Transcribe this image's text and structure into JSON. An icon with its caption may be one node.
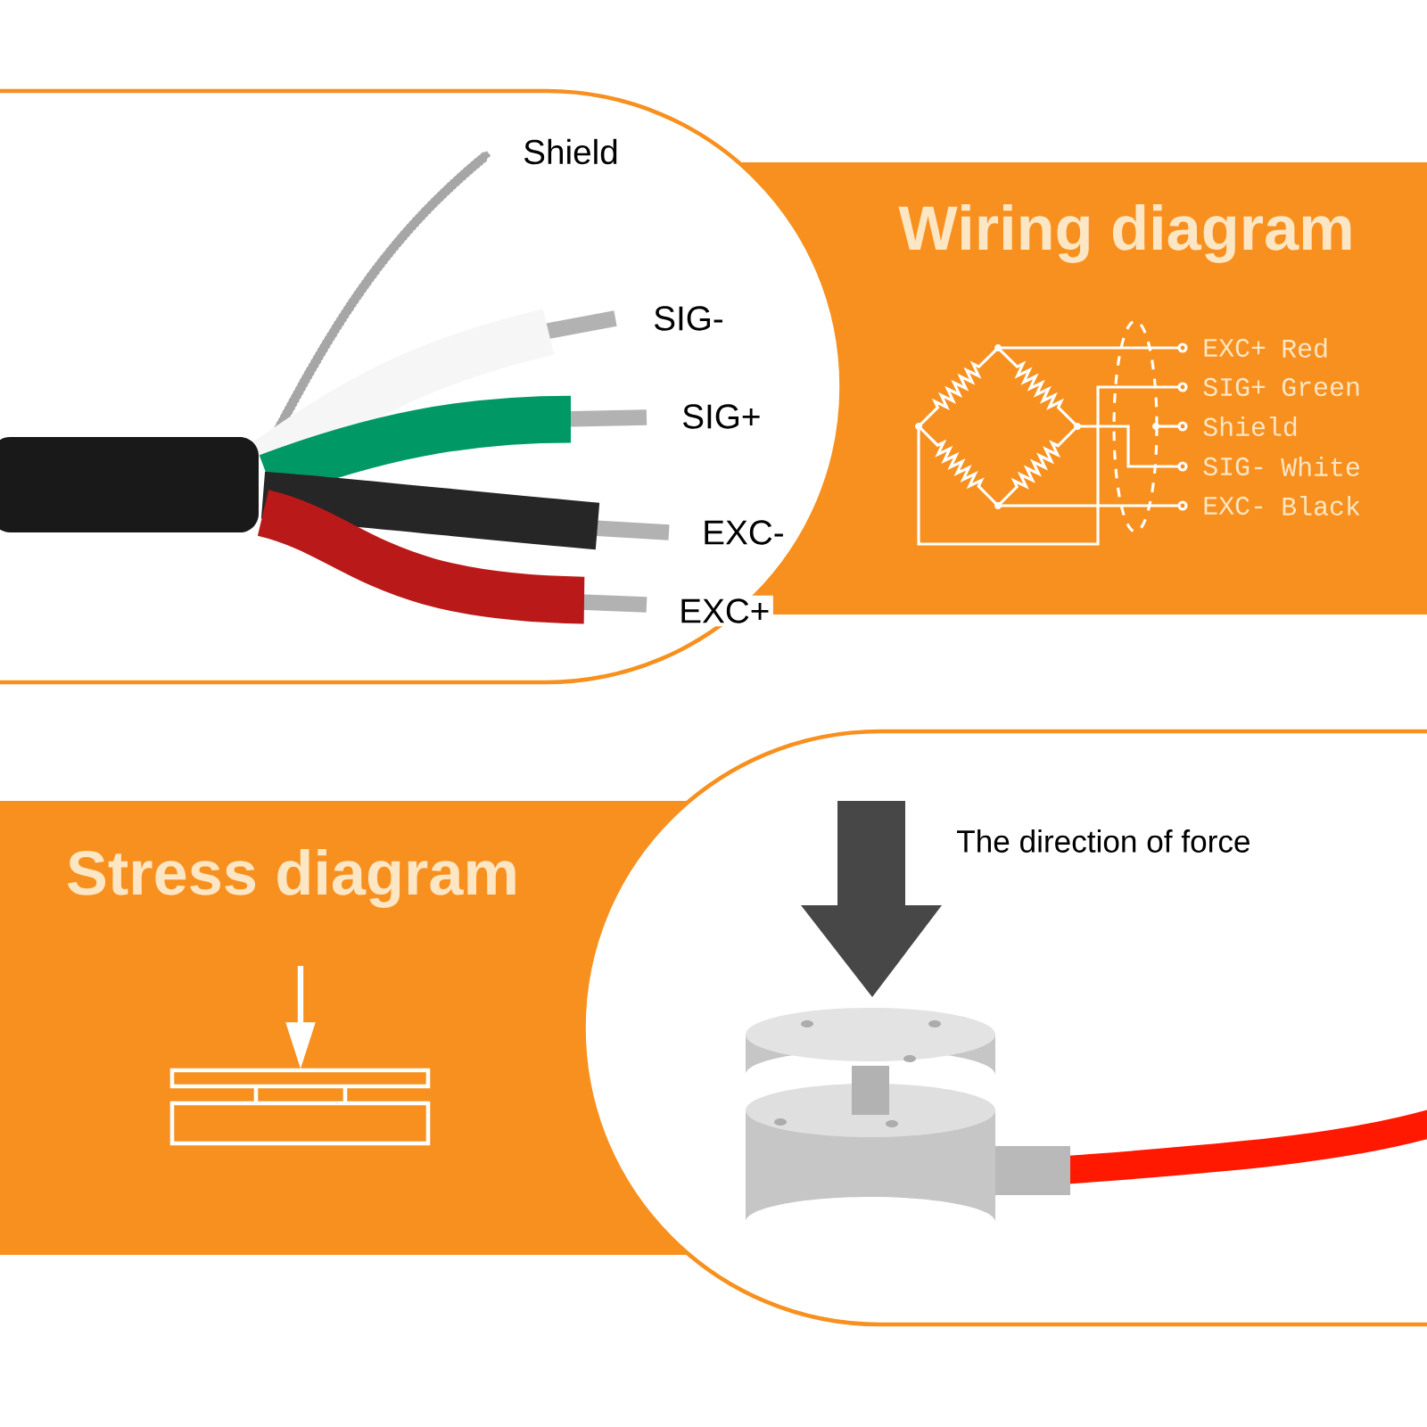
{
  "diagram": {
    "labels": [
      "Shield",
      "Wiring diagram",
      "SIG-",
      "EXC+",
      "Red",
      "SIG+",
      "Green",
      "SIG+",
      "Shield",
      "SIG-",
      "White",
      "EXC-",
      "Black",
      "EXC-",
      "EXC+",
      "The direction of force",
      "Stress diagram"
    ]
  }
}
